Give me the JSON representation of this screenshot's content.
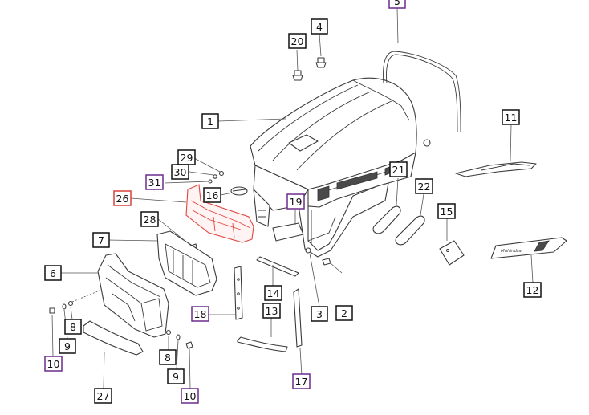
{
  "colors": {
    "black": "#111111",
    "purple": "#6b2c8c",
    "red": "#d8403a"
  },
  "callouts": [
    {
      "id": "c1",
      "label": "1",
      "color": "black"
    },
    {
      "id": "c2",
      "label": "2",
      "color": "black"
    },
    {
      "id": "c3",
      "label": "3",
      "color": "black"
    },
    {
      "id": "c4",
      "label": "4",
      "color": "black"
    },
    {
      "id": "c5",
      "label": "5",
      "color": "purple"
    },
    {
      "id": "c6",
      "label": "6",
      "color": "black"
    },
    {
      "id": "c7",
      "label": "7",
      "color": "black"
    },
    {
      "id": "c8a",
      "label": "8",
      "color": "black"
    },
    {
      "id": "c8b",
      "label": "8",
      "color": "black"
    },
    {
      "id": "c9a",
      "label": "9",
      "color": "black"
    },
    {
      "id": "c9b",
      "label": "9",
      "color": "black"
    },
    {
      "id": "c10a",
      "label": "10",
      "color": "purple"
    },
    {
      "id": "c10b",
      "label": "10",
      "color": "purple"
    },
    {
      "id": "c11",
      "label": "11",
      "color": "black"
    },
    {
      "id": "c12",
      "label": "12",
      "color": "black"
    },
    {
      "id": "c13",
      "label": "13",
      "color": "black"
    },
    {
      "id": "c14",
      "label": "14",
      "color": "black"
    },
    {
      "id": "c15",
      "label": "15",
      "color": "black"
    },
    {
      "id": "c16",
      "label": "16",
      "color": "black"
    },
    {
      "id": "c17",
      "label": "17",
      "color": "purple"
    },
    {
      "id": "c18",
      "label": "18",
      "color": "purple"
    },
    {
      "id": "c19",
      "label": "19",
      "color": "purple"
    },
    {
      "id": "c20",
      "label": "20",
      "color": "black"
    },
    {
      "id": "c21",
      "label": "21",
      "color": "black"
    },
    {
      "id": "c22",
      "label": "22",
      "color": "black"
    },
    {
      "id": "c26",
      "label": "26",
      "color": "red"
    },
    {
      "id": "c27",
      "label": "27",
      "color": "black"
    },
    {
      "id": "c28",
      "label": "28",
      "color": "black"
    },
    {
      "id": "c29",
      "label": "29",
      "color": "black"
    },
    {
      "id": "c30",
      "label": "30",
      "color": "black"
    },
    {
      "id": "c31",
      "label": "31",
      "color": "purple"
    }
  ],
  "decal": {
    "brand_text": "Mahindra"
  }
}
